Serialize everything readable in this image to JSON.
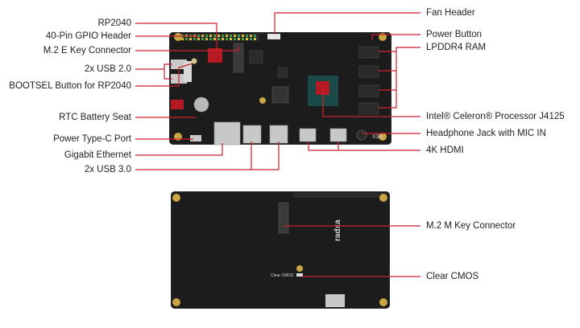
{
  "accent_color": "#cc1f2a",
  "board_color": "#1c1c1c",
  "top_board": {
    "left_labels": [
      {
        "id": "rp2040",
        "text": "RP2040"
      },
      {
        "id": "gpio",
        "text": "40-Pin GPIO Header"
      },
      {
        "id": "m2e",
        "text": "M.2 E Key Connector"
      },
      {
        "id": "usb2",
        "text": "2x USB 2.0"
      },
      {
        "id": "bootsel",
        "text": "BOOTSEL Button for RP2040"
      },
      {
        "id": "rtc",
        "text": "RTC Battery Seat"
      },
      {
        "id": "typec",
        "text": "Power Type-C Port"
      },
      {
        "id": "ethernet",
        "text": "Gigabit Ethernet"
      },
      {
        "id": "usb3",
        "text": "2x USB 3.0"
      }
    ],
    "right_labels": [
      {
        "id": "fan",
        "text": "Fan Header"
      },
      {
        "id": "power",
        "text": "Power Button"
      },
      {
        "id": "ram",
        "text": "LPDDR4 RAM"
      },
      {
        "id": "cpu",
        "text": "Intel® Celeron® Processor J4125"
      },
      {
        "id": "audio",
        "text": "Headphone Jack with MIC IN"
      },
      {
        "id": "hdmi",
        "text": "4K HDMI"
      }
    ],
    "silkscreen": "X3A"
  },
  "bottom_board": {
    "right_labels": [
      {
        "id": "m2m",
        "text": "M.2 M Key Connector"
      },
      {
        "id": "cmos",
        "text": "Clear CMOS"
      }
    ],
    "silkscreen_brand": "radxa",
    "silkscreen_cmos": "Clear CMOS"
  }
}
